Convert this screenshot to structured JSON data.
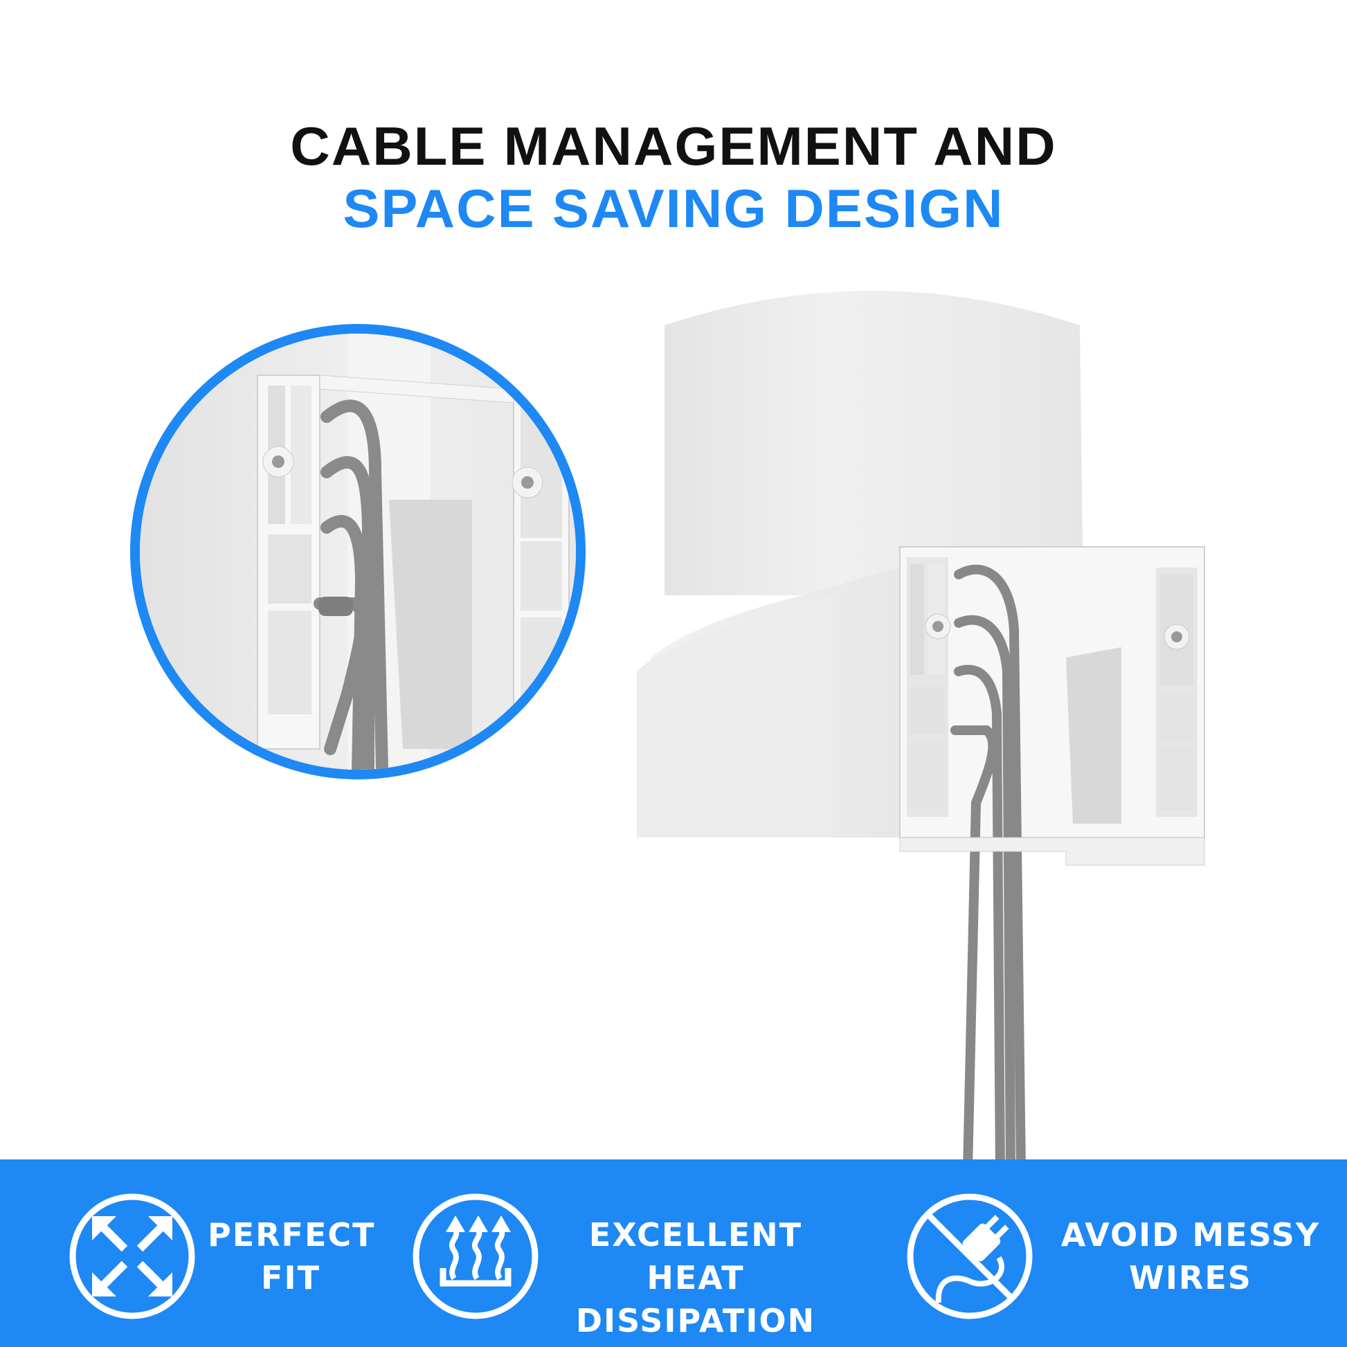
{
  "headline": {
    "line1": "CABLE MANAGEMENT AND",
    "line2": "SPACE SAVING DESIGN"
  },
  "colors": {
    "accent_blue": "#1E88F5",
    "headline_black": "#111111",
    "background": "#FFFFFF",
    "band_text": "#FFFFFF"
  },
  "images": {
    "inset": "close-up of wall mount bracket with gray cables routed through channel",
    "product": "white cylindrical device wall mount with cable management bracket"
  },
  "features": [
    {
      "icon": "expand-arrows-icon",
      "line1": "PERFECT",
      "line2": "FIT"
    },
    {
      "icon": "heat-waves-icon",
      "line1": "EXCELLENT HEAT",
      "line2": "DISSIPATION"
    },
    {
      "icon": "no-plug-icon",
      "line1": "AVOID MESSY",
      "line2": "WIRES"
    }
  ]
}
